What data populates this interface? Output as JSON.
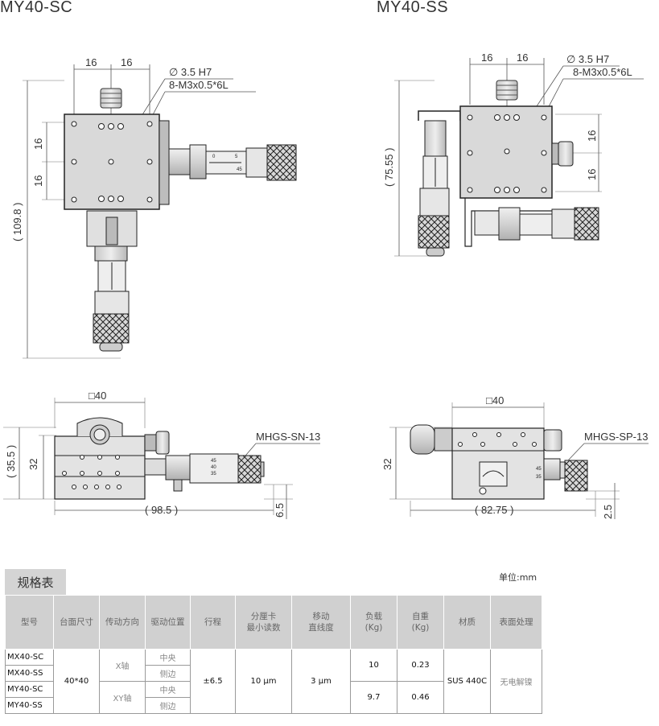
{
  "titles": {
    "left": "MY40-SC",
    "right": "MY40-SS"
  },
  "top_left": {
    "dim_a": "16",
    "dim_b": "16",
    "hole": "∅ 3.5 H7",
    "thread": "8-M3x0.5*6L",
    "v1": "16",
    "v2": "16",
    "height": "( 109.8 )"
  },
  "top_right": {
    "dim_a": "16",
    "dim_b": "16",
    "hole": "∅ 3.5 H7",
    "thread": "8-M3x0.5*6L",
    "height": "( 75.55 )",
    "v1": "16",
    "v2": "16"
  },
  "side_left": {
    "square": "□40",
    "h_outer": "( 35.5 )",
    "h_inner": "32",
    "micrometer": "MHGS-SN-13",
    "length": "( 98.5 )",
    "offset": "6.5"
  },
  "side_right": {
    "square": "□40",
    "h_inner": "32",
    "micrometer": "MHGS-SP-13",
    "length": "( 82.75 )",
    "offset": "2.5"
  },
  "scale_marks": [
    "0",
    "5",
    "45",
    "40",
    "35"
  ],
  "spec": {
    "tab": "规格表",
    "unit": "单位:mm",
    "headers": [
      "型号",
      "台面尺寸",
      "传动方向",
      "驱动位置",
      "行程",
      "分厘卡\n最小读数",
      "移动\n直线度",
      "负载\n(Kg)",
      "自重\n(Kg)",
      "材质",
      "表面处理"
    ],
    "models": [
      "MX40-SC",
      "MX40-SS",
      "MY40-SC",
      "MY40-SS"
    ],
    "size": "40*40",
    "direction": [
      "X轴",
      "XY轴"
    ],
    "drive": [
      "中央",
      "侧边",
      "中央",
      "侧边"
    ],
    "travel": "±6.5",
    "reading": "10 μm",
    "straightness": "3 μm",
    "load": [
      "10",
      "9.7"
    ],
    "weight": [
      "0.23",
      "0.46"
    ],
    "material": "SUS 440C",
    "surface": "无电解镍"
  }
}
